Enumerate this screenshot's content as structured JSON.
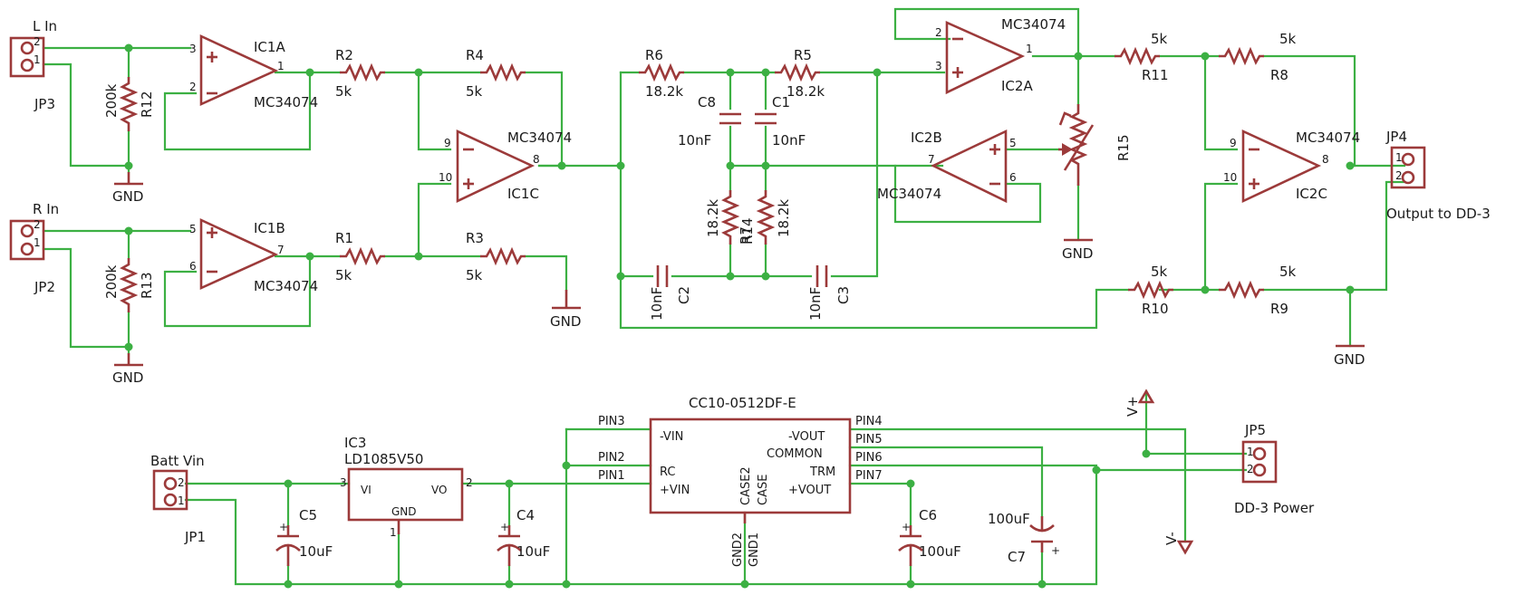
{
  "colors": {
    "wire": "#3cb043",
    "symbol": "#9c3a3a",
    "text": "#1a1a1a",
    "background": "#ffffff"
  },
  "connectors": {
    "jp3": {
      "title": "L In",
      "name": "JP3",
      "pin_a": "2",
      "pin_b": "1"
    },
    "jp2": {
      "title": "R In",
      "name": "JP2",
      "pin_a": "2",
      "pin_b": "1"
    },
    "jp4": {
      "title": "JP4",
      "caption": "Output to DD-3",
      "pin_a": "1",
      "pin_b": "2"
    },
    "jp1": {
      "title": "Batt Vin",
      "name": "JP1",
      "pin_a": "2",
      "pin_b": "1"
    },
    "jp5": {
      "title": "JP5",
      "caption": "DD-3 Power",
      "pin_a": "1",
      "pin_b": "2"
    }
  },
  "opamps": {
    "ic1a": {
      "name": "IC1A",
      "part": "MC34074",
      "pin_in_plus": "3",
      "pin_in_minus": "2",
      "pin_out": "1"
    },
    "ic1b": {
      "name": "IC1B",
      "part": "MC34074",
      "pin_in_plus": "5",
      "pin_in_minus": "6",
      "pin_out": "7"
    },
    "ic1c": {
      "name": "IC1C",
      "part": "MC34074",
      "pin_in_minus": "9",
      "pin_in_plus": "10",
      "pin_out": "8"
    },
    "ic2a": {
      "name": "IC2A",
      "part": "MC34074",
      "pin_in_minus": "2",
      "pin_in_plus": "3",
      "pin_out": "1"
    },
    "ic2b": {
      "name": "IC2B",
      "part": "MC34074",
      "pin_in_plus": "5",
      "pin_in_minus": "6",
      "pin_out": "7"
    },
    "ic2c": {
      "name": "IC2C",
      "part": "MC34074",
      "pin_in_minus": "9",
      "pin_in_plus": "10",
      "pin_out": "8"
    }
  },
  "resistors": {
    "r12": {
      "name": "R12",
      "value": "200k"
    },
    "r13": {
      "name": "R13",
      "value": "200k"
    },
    "r2": {
      "name": "R2",
      "value": "5k"
    },
    "r1": {
      "name": "R1",
      "value": "5k"
    },
    "r4": {
      "name": "R4",
      "value": "5k"
    },
    "r3": {
      "name": "R3",
      "value": "5k"
    },
    "r6": {
      "name": "R6",
      "value": "18.2k"
    },
    "r5": {
      "name": "R5",
      "value": "18.2k"
    },
    "r7": {
      "name": "R7",
      "value": "18.2k"
    },
    "r14": {
      "name": "R14",
      "value": "18.2k"
    },
    "r15": {
      "name": "R15"
    },
    "r11": {
      "name": "R11",
      "value": "5k"
    },
    "r8": {
      "name": "R8",
      "value": "5k"
    },
    "r10": {
      "name": "R10",
      "value": "5k"
    },
    "r9": {
      "name": "R9",
      "value": "5k"
    }
  },
  "capacitors": {
    "c8": {
      "name": "C8",
      "value": "10nF"
    },
    "c1": {
      "name": "C1",
      "value": "10nF"
    },
    "c2": {
      "name": "C2",
      "value": "10nF"
    },
    "c3": {
      "name": "C3",
      "value": "10nF"
    },
    "c5": {
      "name": "C5",
      "value": "10uF"
    },
    "c4": {
      "name": "C4",
      "value": "10uF"
    },
    "c6": {
      "name": "C6",
      "value": "100uF"
    },
    "c7": {
      "name": "C7",
      "value": "100uF"
    }
  },
  "ground_label": "GND",
  "regulator": {
    "name": "IC3",
    "part": "LD1085V50",
    "pin_vi": "VI",
    "pin_vo": "VO",
    "pin_gnd": "GND",
    "pin3": "3",
    "pin2": "2",
    "pin1": "1"
  },
  "converter": {
    "part": "CC10-0512DF-E",
    "left_pins": [
      "-VIN",
      "RC",
      "+VIN"
    ],
    "right_pins": [
      "-VOUT",
      "COMMON",
      "TRM",
      "+VOUT"
    ],
    "case_labels": [
      "CASE2",
      "CASE"
    ],
    "bottom_pins": [
      "GND2",
      "GND1"
    ],
    "left_nets": [
      "PIN3",
      "PIN2",
      "PIN1"
    ],
    "right_nets": [
      "PIN4",
      "PIN5",
      "PIN6",
      "PIN7"
    ]
  },
  "supplies": {
    "vplus": "V+",
    "vminus": "V-"
  }
}
